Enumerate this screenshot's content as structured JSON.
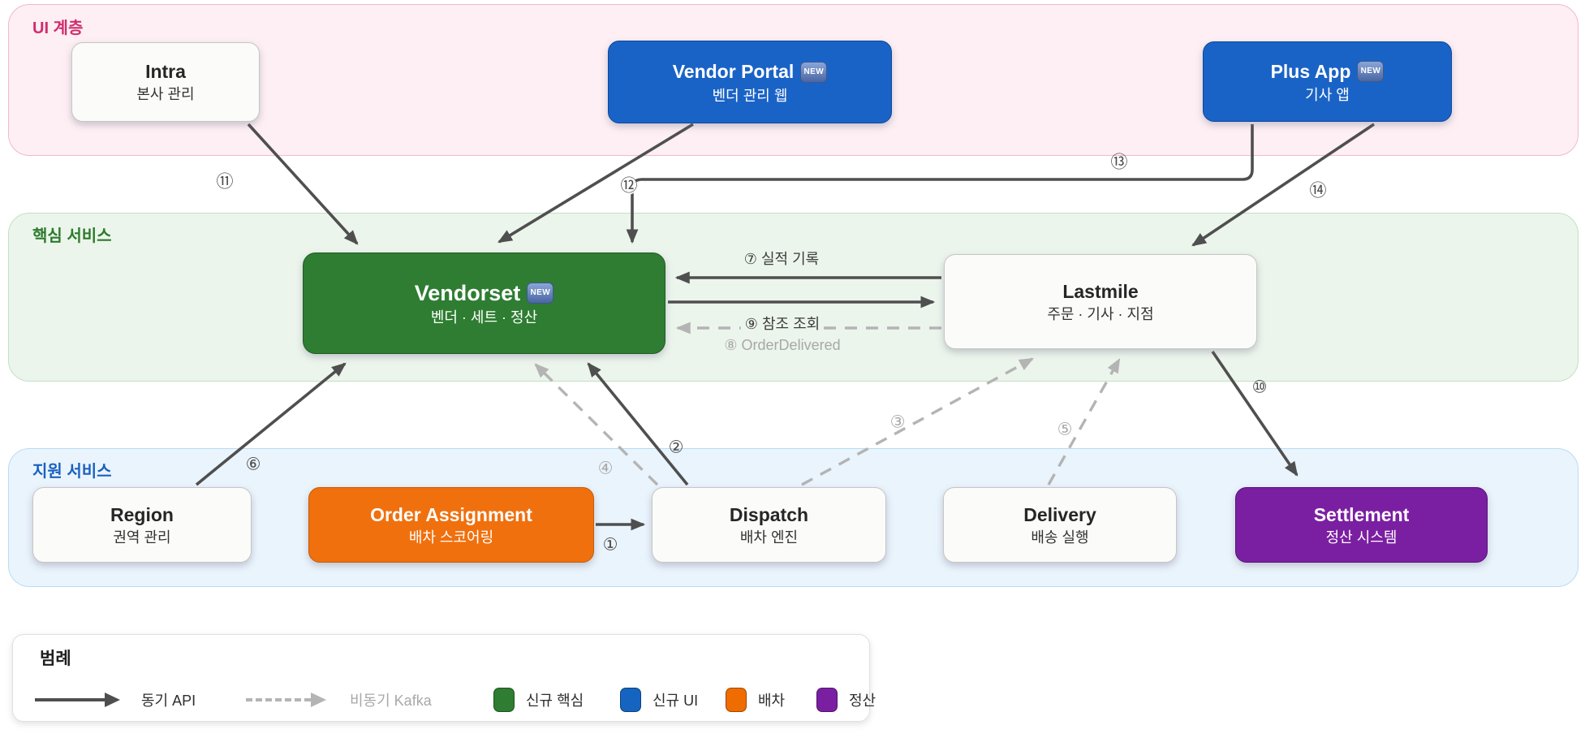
{
  "layers": {
    "ui": {
      "label": "UI 계층"
    },
    "core": {
      "label": "핵심 서비스"
    },
    "support": {
      "label": "지원 서비스"
    }
  },
  "nodes": {
    "intra": {
      "title": "Intra",
      "subtitle": "본사 관리"
    },
    "vendor_portal": {
      "title": "Vendor Portal",
      "subtitle": "벤더 관리 웹",
      "badge": "NEW"
    },
    "plus_app": {
      "title": "Plus App",
      "subtitle": "기사 앱",
      "badge": "NEW"
    },
    "vendorset": {
      "title": "Vendorset",
      "subtitle": "벤더 · 세트 · 정산",
      "badge": "NEW"
    },
    "lastmile": {
      "title": "Lastmile",
      "subtitle": "주문 · 기사 · 지점"
    },
    "region": {
      "title": "Region",
      "subtitle": "권역 관리"
    },
    "order_assignment": {
      "title": "Order Assignment",
      "subtitle": "배차 스코어링"
    },
    "dispatch": {
      "title": "Dispatch",
      "subtitle": "배차 엔진"
    },
    "delivery": {
      "title": "Delivery",
      "subtitle": "배송 실행"
    },
    "settlement": {
      "title": "Settlement",
      "subtitle": "정산 시스템"
    }
  },
  "edge_labels": {
    "n1": "①",
    "n2": "②",
    "n3": "③",
    "n4": "④",
    "n5": "⑤",
    "n6": "⑥",
    "n7": "⑦ 실적 기록",
    "n8": "⑧ OrderDelivered",
    "n9": "⑨ 참조 조회",
    "n10": "⑩",
    "n11": "⑪",
    "n12": "⑫",
    "n13": "⑬",
    "n14": "⑭"
  },
  "legend": {
    "title": "범례",
    "sync_label": "동기 API",
    "async_label": "비동기 Kafka",
    "swatches": [
      {
        "label": "신규 핵심",
        "color": "#2e7d32"
      },
      {
        "label": "신규 UI",
        "color": "#1565c0"
      },
      {
        "label": "배차",
        "color": "#ef6c00"
      },
      {
        "label": "정산",
        "color": "#7b1fa2"
      }
    ]
  },
  "colors": {
    "sync_arrow": "#4f4f4f",
    "async_arrow": "#b4b4b4",
    "ui_band": "#fdeff3",
    "core_band": "#ecf5ec",
    "support_band": "#eaf4fc",
    "new_core": "#2e7d32",
    "new_ui": "#1565c0",
    "dispatch_color": "#ef6c00",
    "settlement_color": "#7b1fa2"
  }
}
